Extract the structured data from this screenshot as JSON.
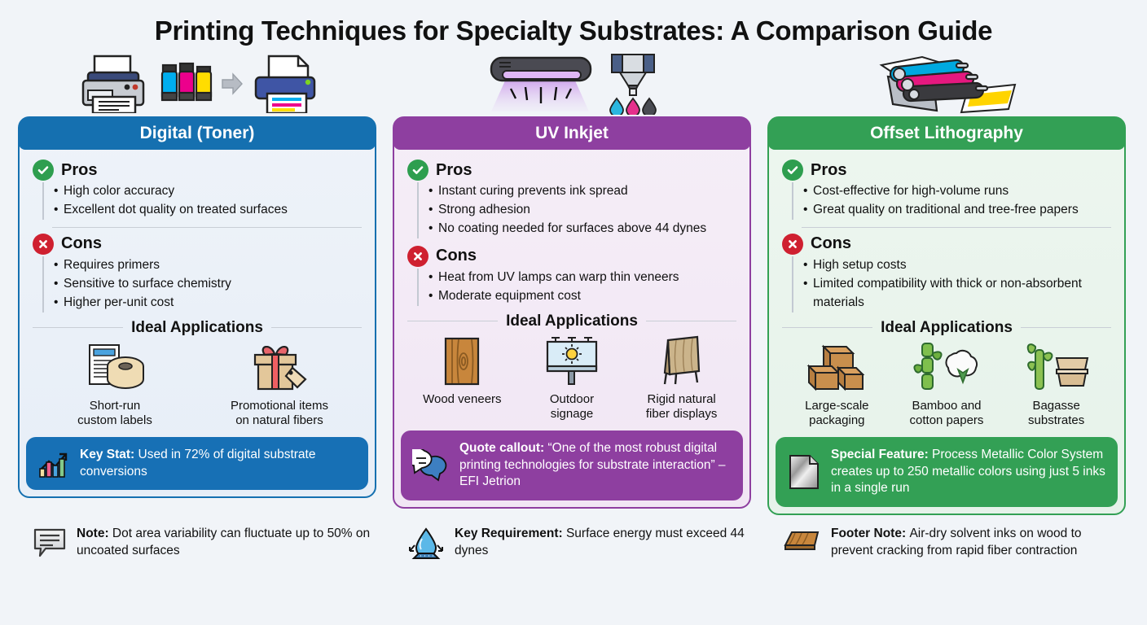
{
  "title": "Printing Techniques for Specialty Substrates: A Comparison Guide",
  "colors": {
    "background": "#f1f4f8",
    "digital": "#1570b0",
    "uv": "#8e3fa0",
    "offset": "#33a055",
    "pros_badge": "#2e9e4f",
    "cons_badge": "#cf2030"
  },
  "labels": {
    "pros": "Pros",
    "cons": "Cons",
    "ideal_applications": "Ideal Applications"
  },
  "columns": [
    {
      "id": "digital",
      "header": "Digital (Toner)",
      "hero_icons": [
        "laser-printer-icon",
        "toner-bottles-cmy-icon",
        "arrow-right-icon",
        "color-printer-output-icon"
      ],
      "pros": [
        "High color accuracy",
        "Excellent dot quality on treated surfaces"
      ],
      "cons": [
        "Requires primers",
        "Sensitive to surface chemistry",
        "Higher per-unit cost"
      ],
      "apps": [
        {
          "icon": "label-roll-icon",
          "label": "Short-run\ncustom labels"
        },
        {
          "icon": "gift-box-icon",
          "label": "Promotional items\non natural fibers"
        }
      ],
      "callout": {
        "icon": "bar-chart-growth-icon",
        "label": "Key Stat:",
        "text": "Used in 72% of digital substrate conversions"
      },
      "note": {
        "icon": "speech-bubble-lines-icon",
        "label": "Note:",
        "text": "Dot area variability can fluctuate up to 50% on uncoated surfaces"
      }
    },
    {
      "id": "uv",
      "header": "UV Inkjet",
      "hero_icons": [
        "uv-curing-lamp-icon",
        "inkjet-printhead-icon",
        "ink-droplets-icon"
      ],
      "pros": [
        "Instant curing prevents ink spread",
        "Strong adhesion",
        "No coating needed for surfaces above 44 dynes"
      ],
      "cons": [
        "Heat from UV lamps can warp thin veneers",
        "Moderate equipment cost"
      ],
      "apps": [
        {
          "icon": "wood-plank-icon",
          "label": "Wood veneers"
        },
        {
          "icon": "outdoor-billboard-icon",
          "label": "Outdoor\nsignage"
        },
        {
          "icon": "a-frame-display-icon",
          "label": "Rigid natural\nfiber displays"
        }
      ],
      "callout": {
        "icon": "quote-bubbles-icon",
        "label": "Quote callout:",
        "text": "“One of the most robust digital printing technologies for substrate interaction” – EFI Jetrion"
      },
      "note": {
        "icon": "water-droplet-surface-icon",
        "label": "Key Requirement:",
        "text": "Surface energy must exceed 44 dynes"
      }
    },
    {
      "id": "offset",
      "header": "Offset Lithography",
      "hero_icons": [
        "offset-press-rollers-icon"
      ],
      "pros": [
        "Cost-effective for high-volume runs",
        "Great quality on traditional and tree-free papers"
      ],
      "cons": [
        "High setup costs",
        "Limited compatibility with thick or non-absorbent materials"
      ],
      "apps": [
        {
          "icon": "cardboard-boxes-icon",
          "label": "Large-scale\npackaging"
        },
        {
          "icon": "bamboo-cotton-icon",
          "label": "Bamboo and\ncotton papers"
        },
        {
          "icon": "bagasse-containers-icon",
          "label": "Bagasse\nsubstrates"
        }
      ],
      "callout": {
        "icon": "metallic-sheet-icon",
        "label": "Special Feature:",
        "text": "Process Metallic Color System creates up to 250 metallic colors using just 5 inks in a single run"
      },
      "note": {
        "icon": "wood-board-icon",
        "label": "Footer Note:",
        "text": "Air-dry solvent inks on wood to prevent cracking from rapid fiber contraction"
      }
    }
  ]
}
